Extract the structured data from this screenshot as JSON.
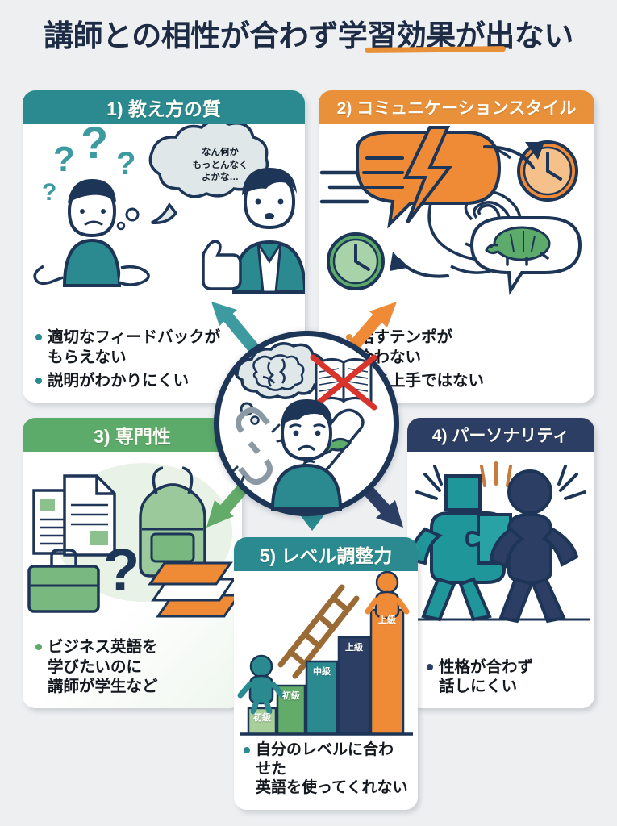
{
  "title": {
    "text": "講師との相性が合わず学習効果が出ない",
    "underline_color": "#e8903a",
    "color": "#1d2b45"
  },
  "cards": [
    {
      "id": "card1",
      "number": "1)",
      "header": "1) 教え方の質",
      "header_color": "#2a8a8f",
      "bullet_dot_color": "#2a8a8f",
      "illustration": "confused-student-and-teacher",
      "speech_bubble": "なん何か\nもっとんなく\nよかな…",
      "bullets": [
        "適切なフィードバックが\nもらえない",
        "説明がわかりにくい"
      ]
    },
    {
      "id": "card2",
      "number": "2)",
      "header": "2) コミュニケーションスタイル",
      "header_color": "#e8903a",
      "bullet_dot_color": "#e8903a",
      "illustration": "fast-speech-bubble-spiral-clocks-turtle",
      "bullets": [
        "話すテンポが\n合わない",
        "聞き上手ではない"
      ]
    },
    {
      "id": "card3",
      "number": "3)",
      "header": "3) 専門性",
      "header_color": "#5cab6a",
      "bullet_dot_color": "#5cab6a",
      "illustration": "documents-backpack-briefcase-books-question",
      "bullets": [
        "ビジネス英語を\n学びたいのに\n講師が学生など"
      ]
    },
    {
      "id": "card4",
      "number": "4)",
      "header": "4) パーソナリティ",
      "header_color": "#2c3e63",
      "bullet_dot_color": "#2c3e63",
      "illustration": "two-mismatched-people-puzzle",
      "bullets": [
        "性格が合わず\n話しにくい"
      ]
    },
    {
      "id": "card5",
      "number": "5)",
      "header": "5) レベル調整力",
      "header_color": "#2a8a8f",
      "bullet_dot_color": "#2a8a8f",
      "illustration": "level-staircase-bars-with-ladder",
      "bullets": [
        "自分のレベルに合わせた\n英語を使ってくれない"
      ]
    }
  ],
  "chart_data": {
    "type": "bar",
    "title": "レベル調整力",
    "categories": [
      "初級",
      "初級",
      "中級",
      "上級",
      "上級"
    ],
    "values": [
      1,
      2,
      3.4,
      4.5,
      5.6
    ],
    "bar_colors": [
      "#a8cf9a",
      "#62ab68",
      "#2a8a8f",
      "#2c3e63",
      "#ef8b36"
    ],
    "xlabel": "",
    "ylabel": "",
    "grid": false,
    "legend": "none"
  },
  "hub": {
    "label": "sad-learner-center",
    "border_color": "#1d3557",
    "icons": [
      "brain-thought-bubble-icon",
      "crossed-out-book-icon",
      "broken-chain-icon",
      "diploma-scroll-icon",
      "sad-person-icon"
    ]
  },
  "arrows": [
    {
      "name": "arrow-to-card1",
      "color": "#3d9aa0",
      "direction": "up-left"
    },
    {
      "name": "arrow-to-card2",
      "color": "#ef8b36",
      "direction": "up-right"
    },
    {
      "name": "arrow-to-card3",
      "color": "#62ab68",
      "direction": "down-left"
    },
    {
      "name": "arrow-to-card4",
      "color": "#2c3e63",
      "direction": "down-right"
    },
    {
      "name": "arrow-to-card5",
      "color": "#2a8a8f",
      "direction": "down"
    }
  ],
  "palette": {
    "teal": "#2a8a8f",
    "orange": "#e8903a",
    "green": "#5cab6a",
    "navy": "#2c3e63",
    "background": "#edeff1",
    "text_dark": "#14181f"
  }
}
